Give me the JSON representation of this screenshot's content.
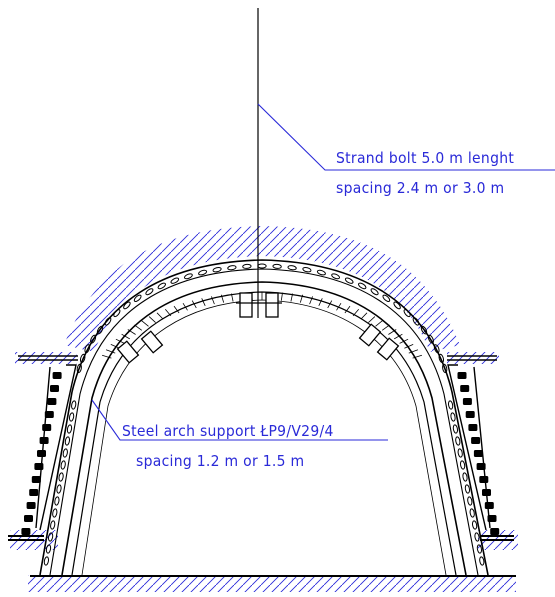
{
  "colors": {
    "drawing": "#000000",
    "annotation": "#2a2ad8",
    "background": "#ffffff"
  },
  "annotations": {
    "bolt": {
      "line1": "Strand bolt 5.0 m lenght",
      "line2": "spacing 2.4 m or 3.0 m"
    },
    "arch": {
      "line1": "Steel arch support ŁP9/V29/4",
      "line2": "spacing 1.2 m or 1.5 m"
    }
  }
}
